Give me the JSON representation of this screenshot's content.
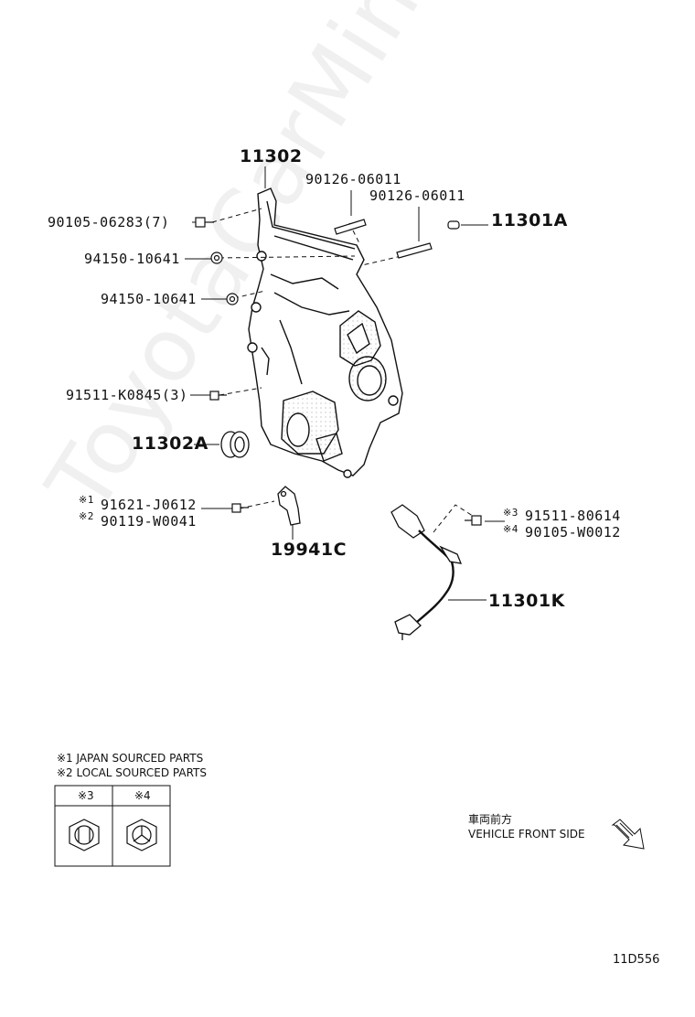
{
  "labels": {
    "p11302": "11302",
    "p90126a": "90126-06011",
    "p90126b": "90126-06011",
    "p11301a": "11301A",
    "p90105_06283": "90105-06283(7)",
    "p94150a": "94150-10641",
    "p94150b": "94150-10641",
    "p91511_k0845": "91511-K0845(3)",
    "p11302a": "11302A",
    "p91621": "91621-J0612",
    "p90119": "90119-W0041",
    "p19941c": "19941C",
    "p91511_80614": "91511-80614",
    "p90105_w0012": "90105-W0012",
    "p11301k": "11301K"
  },
  "marks": {
    "m1": "※1",
    "m2": "※2",
    "m3": "※3",
    "m4": "※4"
  },
  "legend": {
    "note1": "※1 JAPAN SOURCED PARTS",
    "note2": "※2 LOCAL SOURCED PARTS",
    "col3": "※3",
    "col4": "※4"
  },
  "front_side": {
    "jp": "車両前方",
    "en": "VEHICLE FRONT SIDE"
  },
  "code": "11D556",
  "watermark": "ToyotaCarMine.ru",
  "icons": [
    "hex-bolt-head-icon",
    "hex-bolt-head-variant-icon",
    "front-direction-arrow-icon"
  ]
}
